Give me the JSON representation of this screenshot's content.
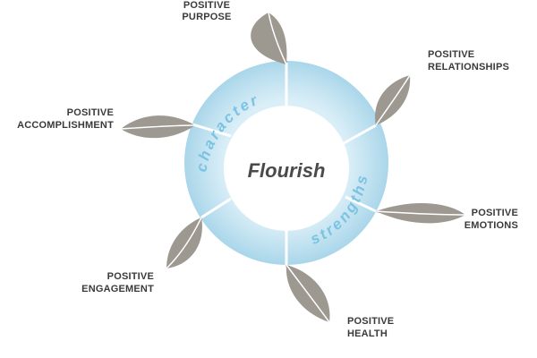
{
  "diagram": {
    "center": "Flourish",
    "ring_words": {
      "top": "character",
      "bottom": "strengths"
    },
    "labels": {
      "purpose": {
        "line1": "POSITIVE",
        "line2": "PURPOSE"
      },
      "relationships": {
        "line1": "POSITIVE",
        "line2": "RELATIONSHIPS"
      },
      "emotions": {
        "line1": "POSITIVE",
        "line2": "EMOTIONS"
      },
      "health": {
        "line1": "POSITIVE",
        "line2": "HEALTH"
      },
      "engagement": {
        "line1": "POSITIVE",
        "line2": "ENGAGEMENT"
      },
      "accomplishment": {
        "line1": "POSITIVE",
        "line2": "ACCOMPLISHMENT"
      }
    },
    "colors": {
      "ring_outer": "#bfe0ef",
      "ring_inner": "#e3f2f9",
      "leaf": "#9d9890",
      "ring_text": "#7cc3e3"
    }
  }
}
